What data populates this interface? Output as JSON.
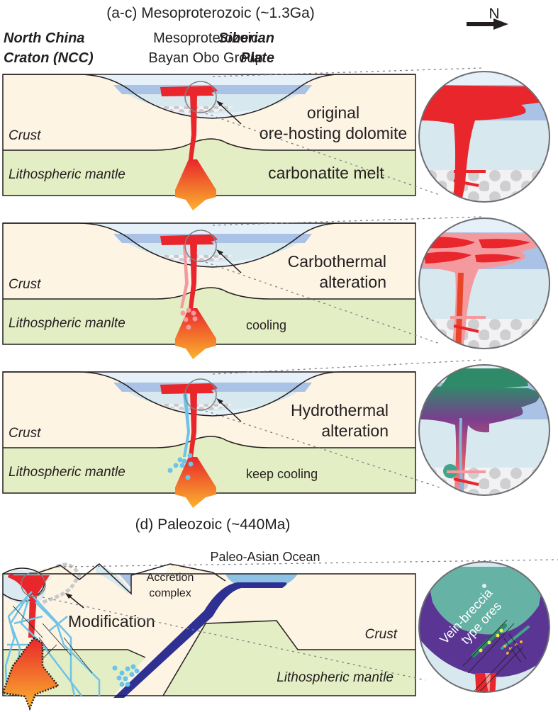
{
  "title_top": "(a-c) Mesoproterozoic (~1.3Ga)",
  "north_arrow": {
    "label": "N",
    "icon": "arrow-right-icon"
  },
  "headers": {
    "left_line1": "North China",
    "left_line2": "Craton (NCC)",
    "mid_line1": "Mesoproterozoic",
    "mid_line2": "Bayan Obo Group",
    "right_line1": "Siberian",
    "right_line2": "Plate"
  },
  "panels": [
    {
      "id": "a",
      "crust_label": "Crust",
      "mantle_label": "Lithospheric mantle",
      "annotation_line1": "original",
      "annotation_line2": "ore-hosting dolomite",
      "process_label": "carbonatite melt"
    },
    {
      "id": "b",
      "crust_label": "Crust",
      "mantle_label": "Lithospheric manlte",
      "annotation_line1": "Carbothermal",
      "annotation_line2": "alteration",
      "process_label": "cooling"
    },
    {
      "id": "c",
      "crust_label": "Crust",
      "mantle_label": "Lithospheric mantle",
      "annotation_line1": "Hydrothermal",
      "annotation_line2": "alteration",
      "process_label": "keep cooling"
    }
  ],
  "title_bottom": "(d) Paleozoic  (~440Ma)",
  "panel_d": {
    "ocean_label": "Paleo-Asian Ocean",
    "accretion_line1": "Accretion",
    "accretion_line2": "complex",
    "modification_label": "Modification",
    "crust_label": "Crust",
    "mantle_label": "Lithospheric mantle",
    "inset_line1": "Vein-breccia",
    "inset_line2": "type ores"
  },
  "colors": {
    "crust": "#fdf4e4",
    "mantle": "#e4eec4",
    "basin_light": "#e6f0f8",
    "dolomite_band": "#a9c2e6",
    "basin_mid": "#d8e8ef",
    "melt_red": "#e8262b",
    "melt_orange": "#f59a2a",
    "carbothermal_pink": "#f49a9e",
    "fluid_blue": "#6ec3e8",
    "slab": "#2e3192",
    "ocean": "#8ec2e4",
    "teal": "#66b2a4",
    "purple": "#5a3594",
    "outline": "#231f20"
  }
}
